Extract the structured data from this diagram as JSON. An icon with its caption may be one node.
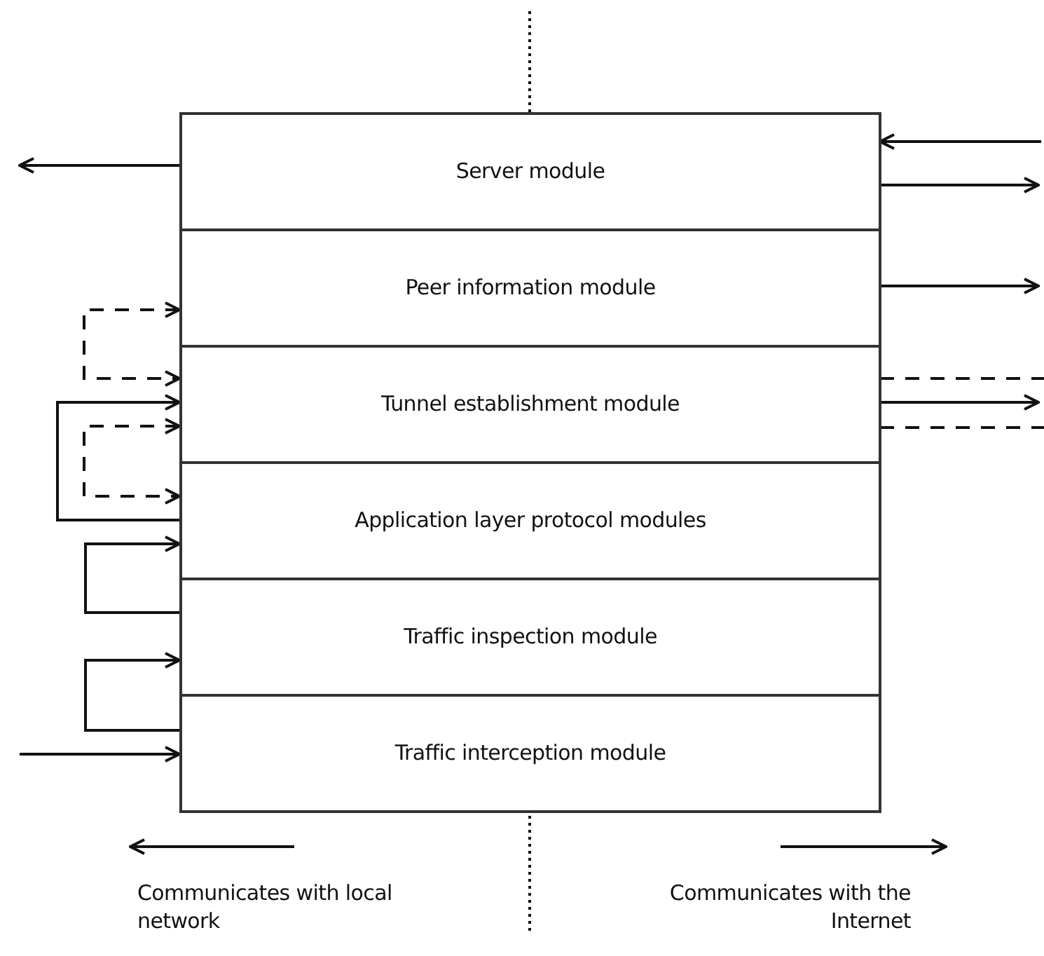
{
  "diagram": {
    "nodes": [
      {
        "text": [
          "Server module"
        ]
      },
      {
        "text": [
          "Peer information module"
        ]
      },
      {
        "text": [
          "Tunnel establishment module"
        ]
      },
      {
        "text": [
          "Application layer protocol modules"
        ]
      },
      {
        "text": [
          "Traffic inspection module"
        ]
      },
      {
        "text": [
          "Traffic interception module"
        ]
      }
    ],
    "edges": [
      {
        "from": 0,
        "to": null,
        "arrow": "to"
      },
      {
        "from": 1,
        "to": 2,
        "arrow": "both",
        "style": "dashed"
      },
      {
        "from": 3,
        "to": 2,
        "arrow": "to"
      },
      {
        "from": 2,
        "to": 3,
        "arrow": "both",
        "style": "dashed"
      },
      {
        "from": 4,
        "to": 3,
        "arrow": "to"
      },
      {
        "from": 5,
        "to": 4,
        "arrow": "to"
      },
      {
        "from": null,
        "to": 5,
        "arrow": "to"
      },
      {
        "from": null,
        "to": 0,
        "arrow": "to"
      },
      {
        "from": 0,
        "to": null,
        "arrow": "to"
      },
      {
        "from": 1,
        "to": null,
        "arrow": "to"
      },
      {
        "from": 2,
        "to": null,
        "arrow": "none",
        "style": "dashed"
      },
      {
        "from": 2,
        "to": null,
        "arrow": "to"
      },
      {
        "from": 2,
        "to": null,
        "arrow": "none",
        "style": "dashed"
      }
    ],
    "labels": [
      "Communicates with local network",
      "Communicates with the Internet"
    ]
  }
}
